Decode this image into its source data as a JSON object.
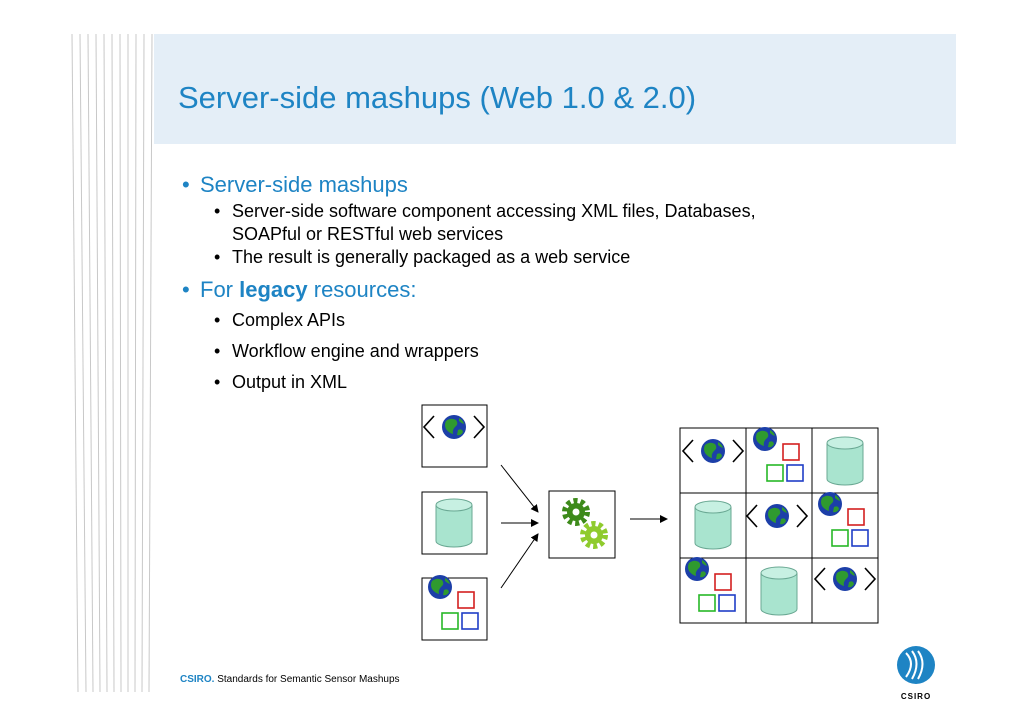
{
  "slide": {
    "title": "Server-side mashups (Web 1.0 & 2.0)",
    "bullets": {
      "b1": "Server-side mashups",
      "b1_sub1_line1": "Server-side software component accessing XML files, Databases,",
      "b1_sub1_line2": "SOAPful or RESTful web services",
      "b1_sub2": "The result is generally packaged as a web service",
      "b2_prefix": "For ",
      "b2_bold": "legacy",
      "b2_suffix": " resources:",
      "b2_sub1": "Complex APIs",
      "b2_sub2": "Workflow engine and wrappers",
      "b2_sub3": "Output in XML"
    }
  },
  "footer": {
    "brand": "CSIRO.",
    "text": " Standards for Semantic Sensor Mashups"
  },
  "logo": {
    "text": "CSIRO"
  },
  "colors": {
    "accent": "#1e84c4",
    "title_band": "#e4eef7",
    "cylinder": "#a9e4cf",
    "gear_dark": "#3d8a1a",
    "gear_light": "#8fcb2d",
    "globe_blue": "#1c3fa8",
    "globe_green": "#2f9a2f",
    "square_red": "#d42020",
    "square_green": "#27b827",
    "square_blue": "#1f3ec6"
  },
  "icons": [
    "xml-globe-icon",
    "database-icon",
    "widget-icon",
    "gears-icon",
    "arrow-icon"
  ]
}
